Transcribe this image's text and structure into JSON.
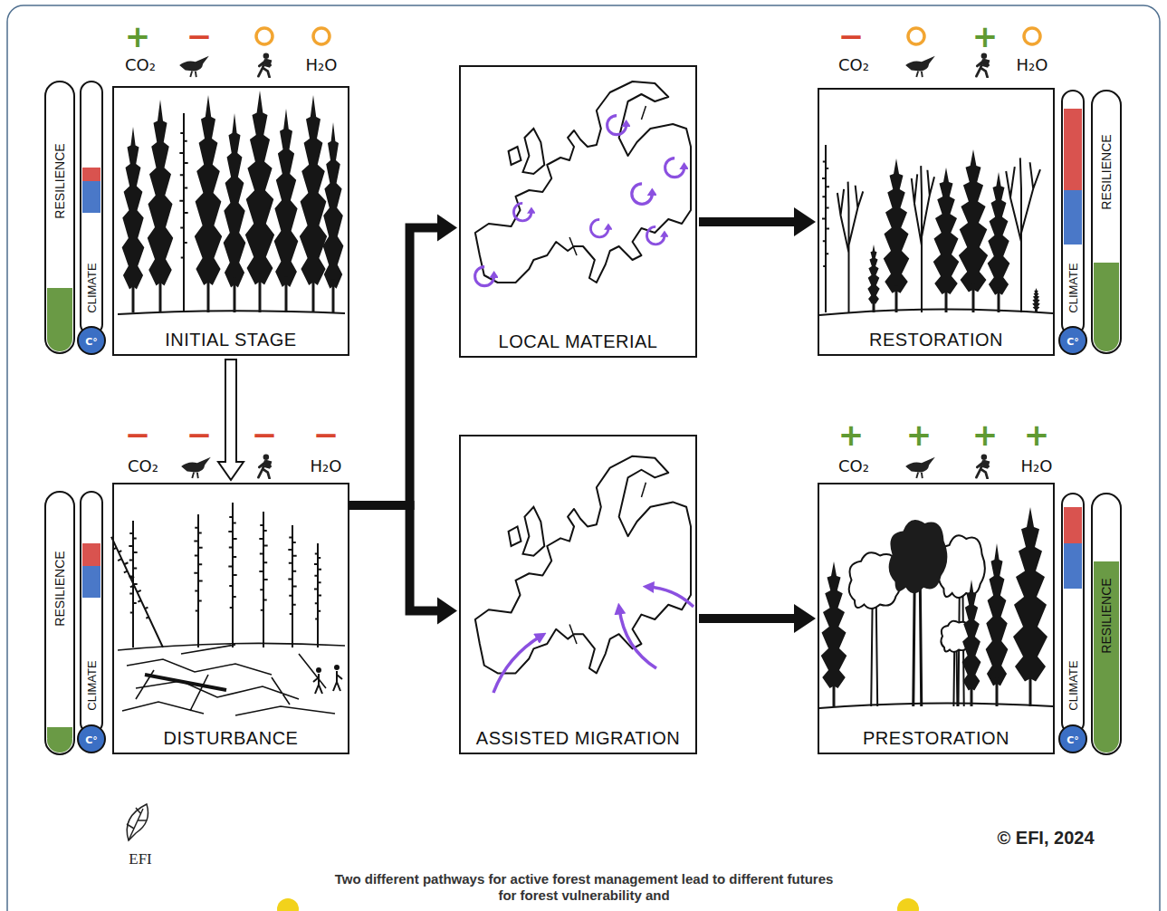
{
  "diagram": {
    "caption": "Two different pathways for active forest management lead to different futures for forest vulnerability and",
    "nodes": [
      {
        "text": [
          "INITIAL STAGE"
        ]
      },
      {
        "text": [
          "DISTURBANCE"
        ]
      },
      {
        "text": [
          "LOCAL MATERIAL"
        ]
      },
      {
        "text": [
          "ASSISTED MIGRATION"
        ]
      },
      {
        "text": [
          "RESTORATION"
        ]
      },
      {
        "text": [
          "PRESTORATION"
        ]
      }
    ],
    "edges": [
      {
        "from": 0,
        "to": 1,
        "arrow": "to"
      },
      {
        "from": 1,
        "to": 2,
        "arrow": "to"
      },
      {
        "from": 1,
        "to": 3,
        "arrow": "to"
      },
      {
        "from": 2,
        "to": 4,
        "arrow": "to"
      },
      {
        "from": 3,
        "to": 5,
        "arrow": "to"
      }
    ],
    "labels": [
      "+",
      "−",
      "CO₂",
      "H₂O",
      "−",
      "+",
      "CO₂",
      "H₂O",
      "RESILIENCE",
      "CLIMATE",
      "C°",
      "RESILIENCE",
      "CLIMATE",
      "C°",
      "−",
      "−",
      "−",
      "−",
      "CO₂",
      "H₂O",
      "+",
      "+",
      "+",
      "+",
      "CO₂",
      "H₂O",
      "RESILIENCE",
      "CLIMATE",
      "C°",
      "RESILIENCE",
      "CLIMATE",
      "C°",
      "EFI",
      "© EFI, 2024"
    ]
  }
}
